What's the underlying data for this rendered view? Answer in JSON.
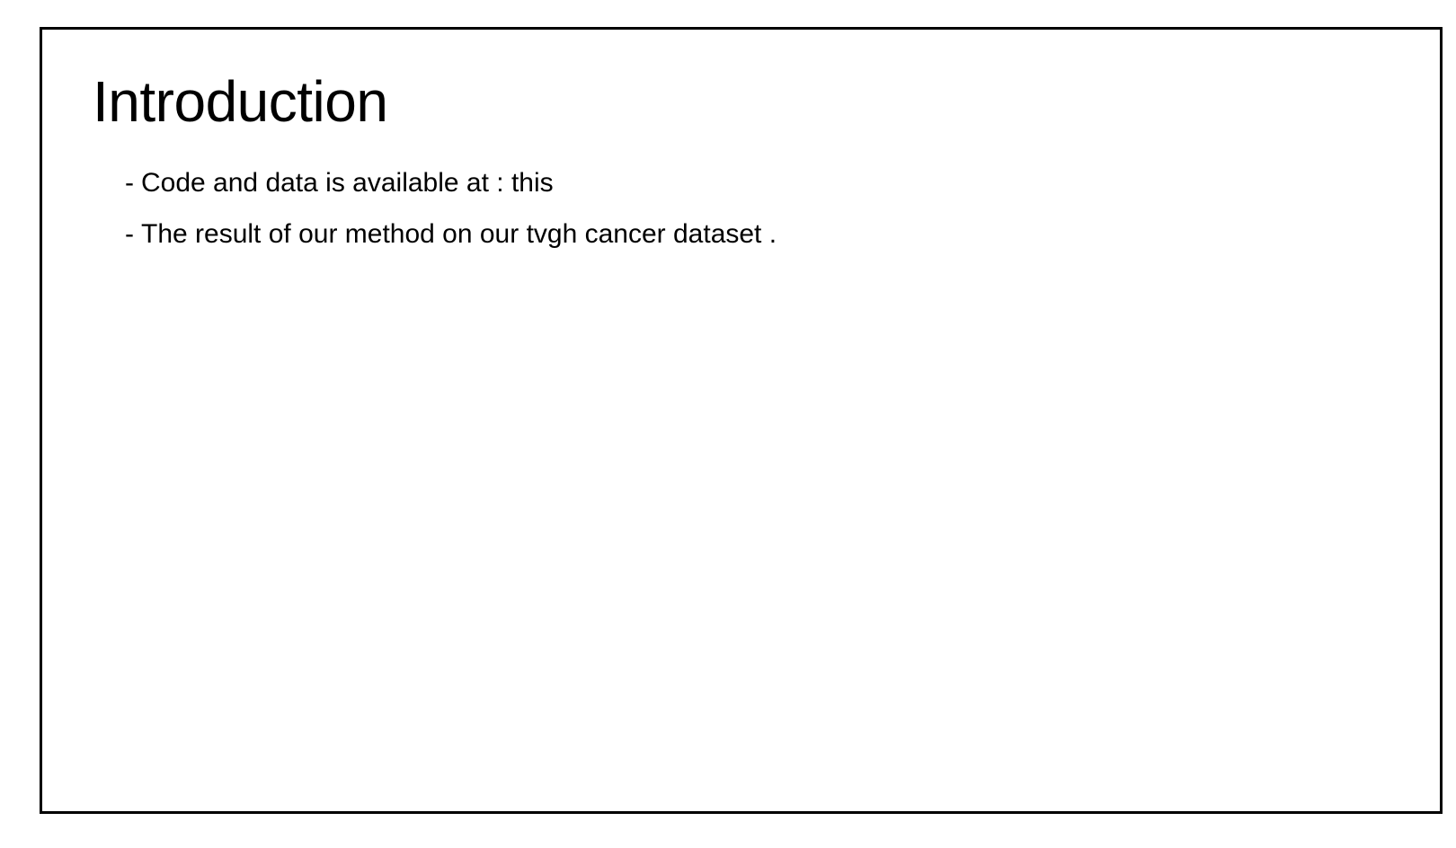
{
  "slide": {
    "title": "Introduction",
    "bullets": [
      {
        "marker": "-",
        "text": "Code and data is available at : this"
      },
      {
        "marker": "-",
        "text": "The result of our method on our tvgh cancer dataset ."
      }
    ]
  }
}
